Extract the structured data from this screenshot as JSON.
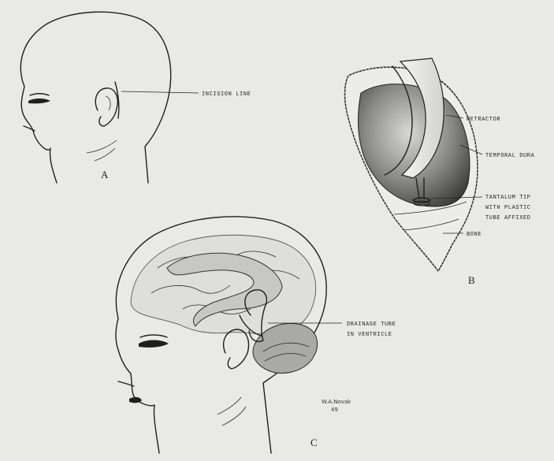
{
  "panels": {
    "a": {
      "letter": "A",
      "labels": {
        "incision": "INCISION LINE"
      }
    },
    "b": {
      "letter": "B",
      "labels": {
        "retractor": "RETRACTOR",
        "dura": "TEMPORAL DURA",
        "tip_line1": "TANTALUM TIP",
        "tip_line2": "WITH PLASTIC",
        "tip_line3": "TUBE AFFIXED",
        "bone": "BONE"
      }
    },
    "c": {
      "letter": "C",
      "labels": {
        "drain_line1": "DRAINAGE TUBE",
        "drain_line2": "IN VENTRICLE"
      },
      "signature_name": "W.A.Novak",
      "signature_year": "49"
    }
  },
  "colors": {
    "paper": "#e9e9e7",
    "ink": "#1f1f1f",
    "shade": "#6e6e6e"
  }
}
